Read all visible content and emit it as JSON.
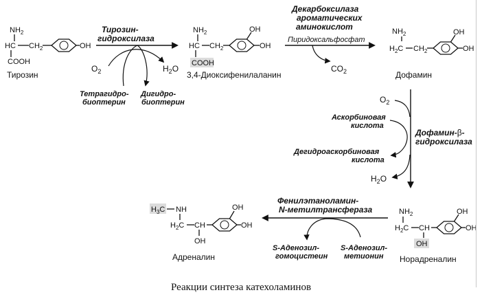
{
  "caption": "Реакции синтеза катехоламинов",
  "colors": {
    "ink": "#111111",
    "highlight": "#dcdcdc",
    "rule": "#c8c8c8"
  },
  "atoms": {
    "nh2": "NH",
    "nh2_sub": "2",
    "hc": "HC",
    "ch2": "CH",
    "ch2_sub": "2",
    "h2c": "H",
    "h2c_sub": "2",
    "h2c_c": "C",
    "cooh": "COOH",
    "oh": "OH",
    "ch": "CH",
    "h3c": "H",
    "h3c_sub": "3",
    "h3c_c": "C",
    "nh": "NH"
  },
  "compounds": {
    "tyrosine": "Тирозин",
    "dopa": "3,4-Диоксифенилаланин",
    "dopamine": "Дофамин",
    "noradrenaline": "Норадреналин",
    "adrenaline": "Адреналин"
  },
  "enzymes": {
    "tyrosine_hydroxylase": [
      "Тирозин-",
      "гидроксилаза"
    ],
    "aadc": [
      "Декарбоксилаза",
      "ароматических",
      "аминокислот"
    ],
    "pyridoxal": "Пиридоксальфосфат",
    "dbh_line1": "Дофамин-",
    "dbh_beta": "β",
    "dbh_line2": "-",
    "dbh_line3": "гидроксилаза",
    "pnmt": [
      "Фенилэтаноламин-",
      "N-метилтрансфераза"
    ]
  },
  "cofactors": {
    "o2": "O",
    "o2_sub": "2",
    "h2o_h": "H",
    "h2o_sub": "2",
    "h2o_o": "O",
    "co2": "CO",
    "co2_sub": "2",
    "thb": [
      "Тетрагидро-",
      "биоптерин"
    ],
    "dhb": [
      "Дигидро-",
      "биоптерин"
    ],
    "ascorbic": [
      "Аскорбиновая",
      "кислота"
    ],
    "dehydroascorbic": [
      "Дегидроаскорбиновая",
      "кислота"
    ],
    "sah": [
      "S-Аденозил-",
      "гомоцистеин"
    ],
    "sam": [
      "S-Аденозил-",
      "метионин"
    ]
  }
}
